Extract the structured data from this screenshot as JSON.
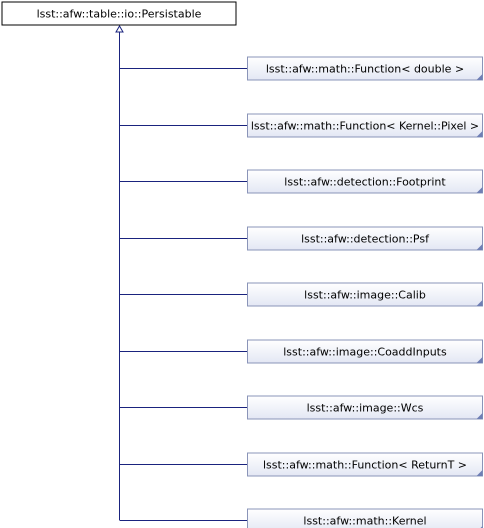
{
  "diagram": {
    "root": {
      "label": "lsst::afw::table::io::Persistable"
    },
    "children": [
      {
        "label": "lsst::afw::math::Function< double >"
      },
      {
        "label": "lsst::afw::math::Function< Kernel::Pixel >"
      },
      {
        "label": "lsst::afw::detection::Footprint"
      },
      {
        "label": "lsst::afw::detection::Psf"
      },
      {
        "label": "lsst::afw::image::Calib"
      },
      {
        "label": "lsst::afw::image::CoaddInputs"
      },
      {
        "label": "lsst::afw::image::Wcs"
      },
      {
        "label": "lsst::afw::math::Function< ReturnT >"
      },
      {
        "label": "lsst::afw::math::Kernel"
      }
    ],
    "colors": {
      "edge": "#1a237e",
      "child_fill_top": "#ffffff",
      "child_fill_bottom": "#e3e7f4",
      "child_border": "#8a94b8",
      "root_border": "#000000",
      "root_fill": "#ffffff",
      "corner_marker": "#6f7fb5"
    }
  }
}
